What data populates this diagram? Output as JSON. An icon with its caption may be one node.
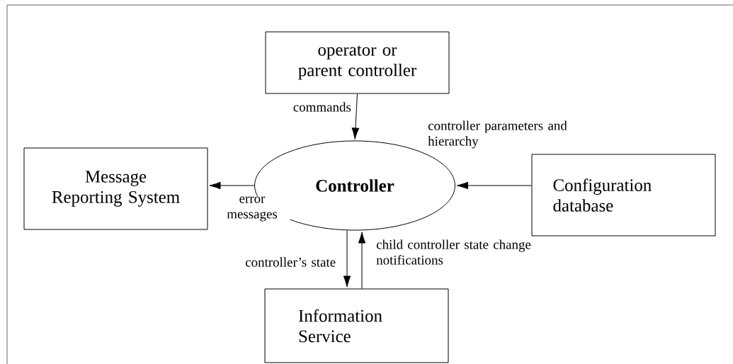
{
  "diagram": {
    "nodes": [
      {
        "text": [
          "operator or parent controller"
        ]
      },
      {
        "text": [
          "Message Reporting System"
        ]
      },
      {
        "text": [
          "Controller"
        ]
      },
      {
        "text": [
          "Configuration database"
        ]
      },
      {
        "text": [
          "Information Service"
        ]
      }
    ],
    "edges": [
      {
        "from": 0,
        "to": 2,
        "arrow": "to",
        "label": "commands"
      },
      {
        "from": 2,
        "to": 1,
        "arrow": "to",
        "label": "error messages"
      },
      {
        "from": 3,
        "to": 2,
        "arrow": "to",
        "label": "controller parameters and hierarchy"
      },
      {
        "from": 2,
        "to": 4,
        "arrow": "to",
        "label": "controller’s state"
      },
      {
        "from": 4,
        "to": 2,
        "arrow": "to",
        "label": "child controller state change notifications"
      }
    ]
  }
}
